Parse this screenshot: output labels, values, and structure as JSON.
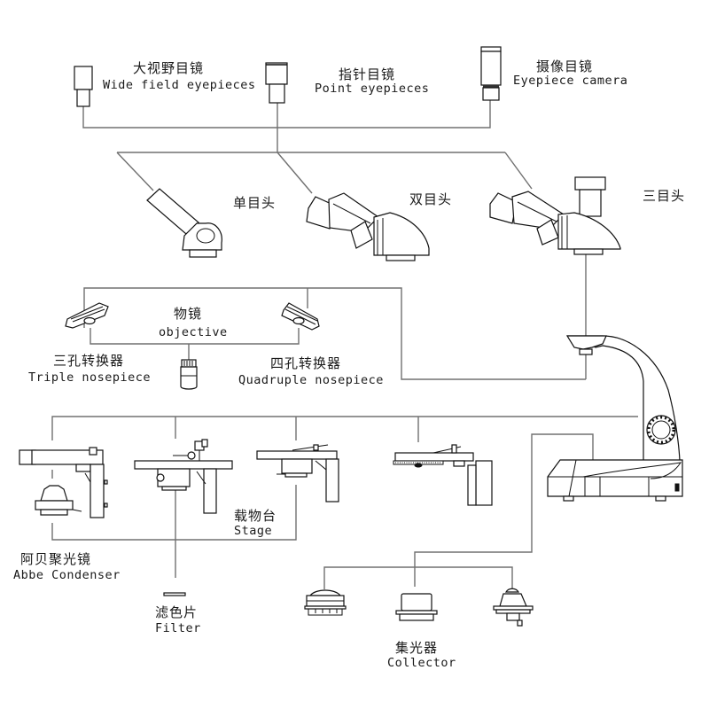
{
  "eyepieces": {
    "wide_field": {
      "zh": "大视野目镜",
      "en": "Wide field eyepieces"
    },
    "point": {
      "zh": "指针目镜",
      "en": "Point eyepieces"
    },
    "camera": {
      "zh": "摄像目镜",
      "en": "Eyepiece camera"
    }
  },
  "heads": {
    "monocular": {
      "zh": "单目头"
    },
    "binocular": {
      "zh": "双目头"
    },
    "trinocular": {
      "zh": "三目头"
    }
  },
  "objective": {
    "zh": "物镜",
    "en": "objective"
  },
  "nosepieces": {
    "triple": {
      "zh": "三孔转换器",
      "en": "Triple nosepiece"
    },
    "quadruple": {
      "zh": "四孔转换器",
      "en": "Quadruple nosepiece"
    }
  },
  "stage": {
    "zh": "载物台",
    "en": "Stage"
  },
  "abbe_condenser": {
    "zh": "阿贝聚光镜",
    "en": "Abbe Condenser"
  },
  "filter": {
    "zh": "滤色片",
    "en": "Filter"
  },
  "collector": {
    "zh": "集光器",
    "en": "Collector"
  }
}
